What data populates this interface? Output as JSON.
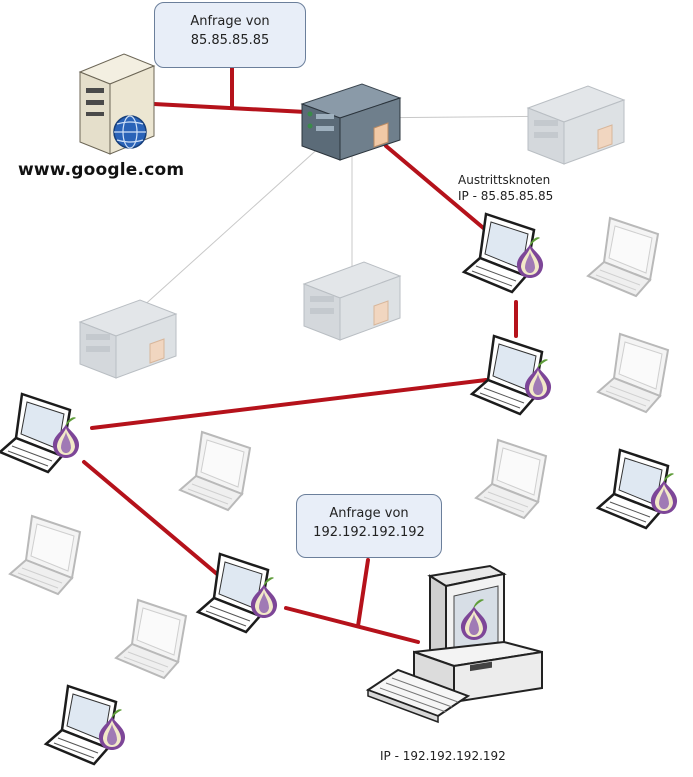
{
  "callout_google": {
    "line1": "Anfrage von",
    "line2": "85.85.85.85"
  },
  "callout_client": {
    "line1": "Anfrage von",
    "line2": "192.192.192.192"
  },
  "site_label": "www.google.com",
  "exit_label": {
    "line1": "Austrittsknoten",
    "line2": "IP - 85.85.85.85"
  },
  "client_ip_label": "IP - 192.192.192.192",
  "colors": {
    "route": "#b5121b",
    "thin_link": "#c8c8c8",
    "tor_purple": "#7d4698",
    "server_gray": "#c9ced3",
    "server_dark": "#4a5866"
  }
}
